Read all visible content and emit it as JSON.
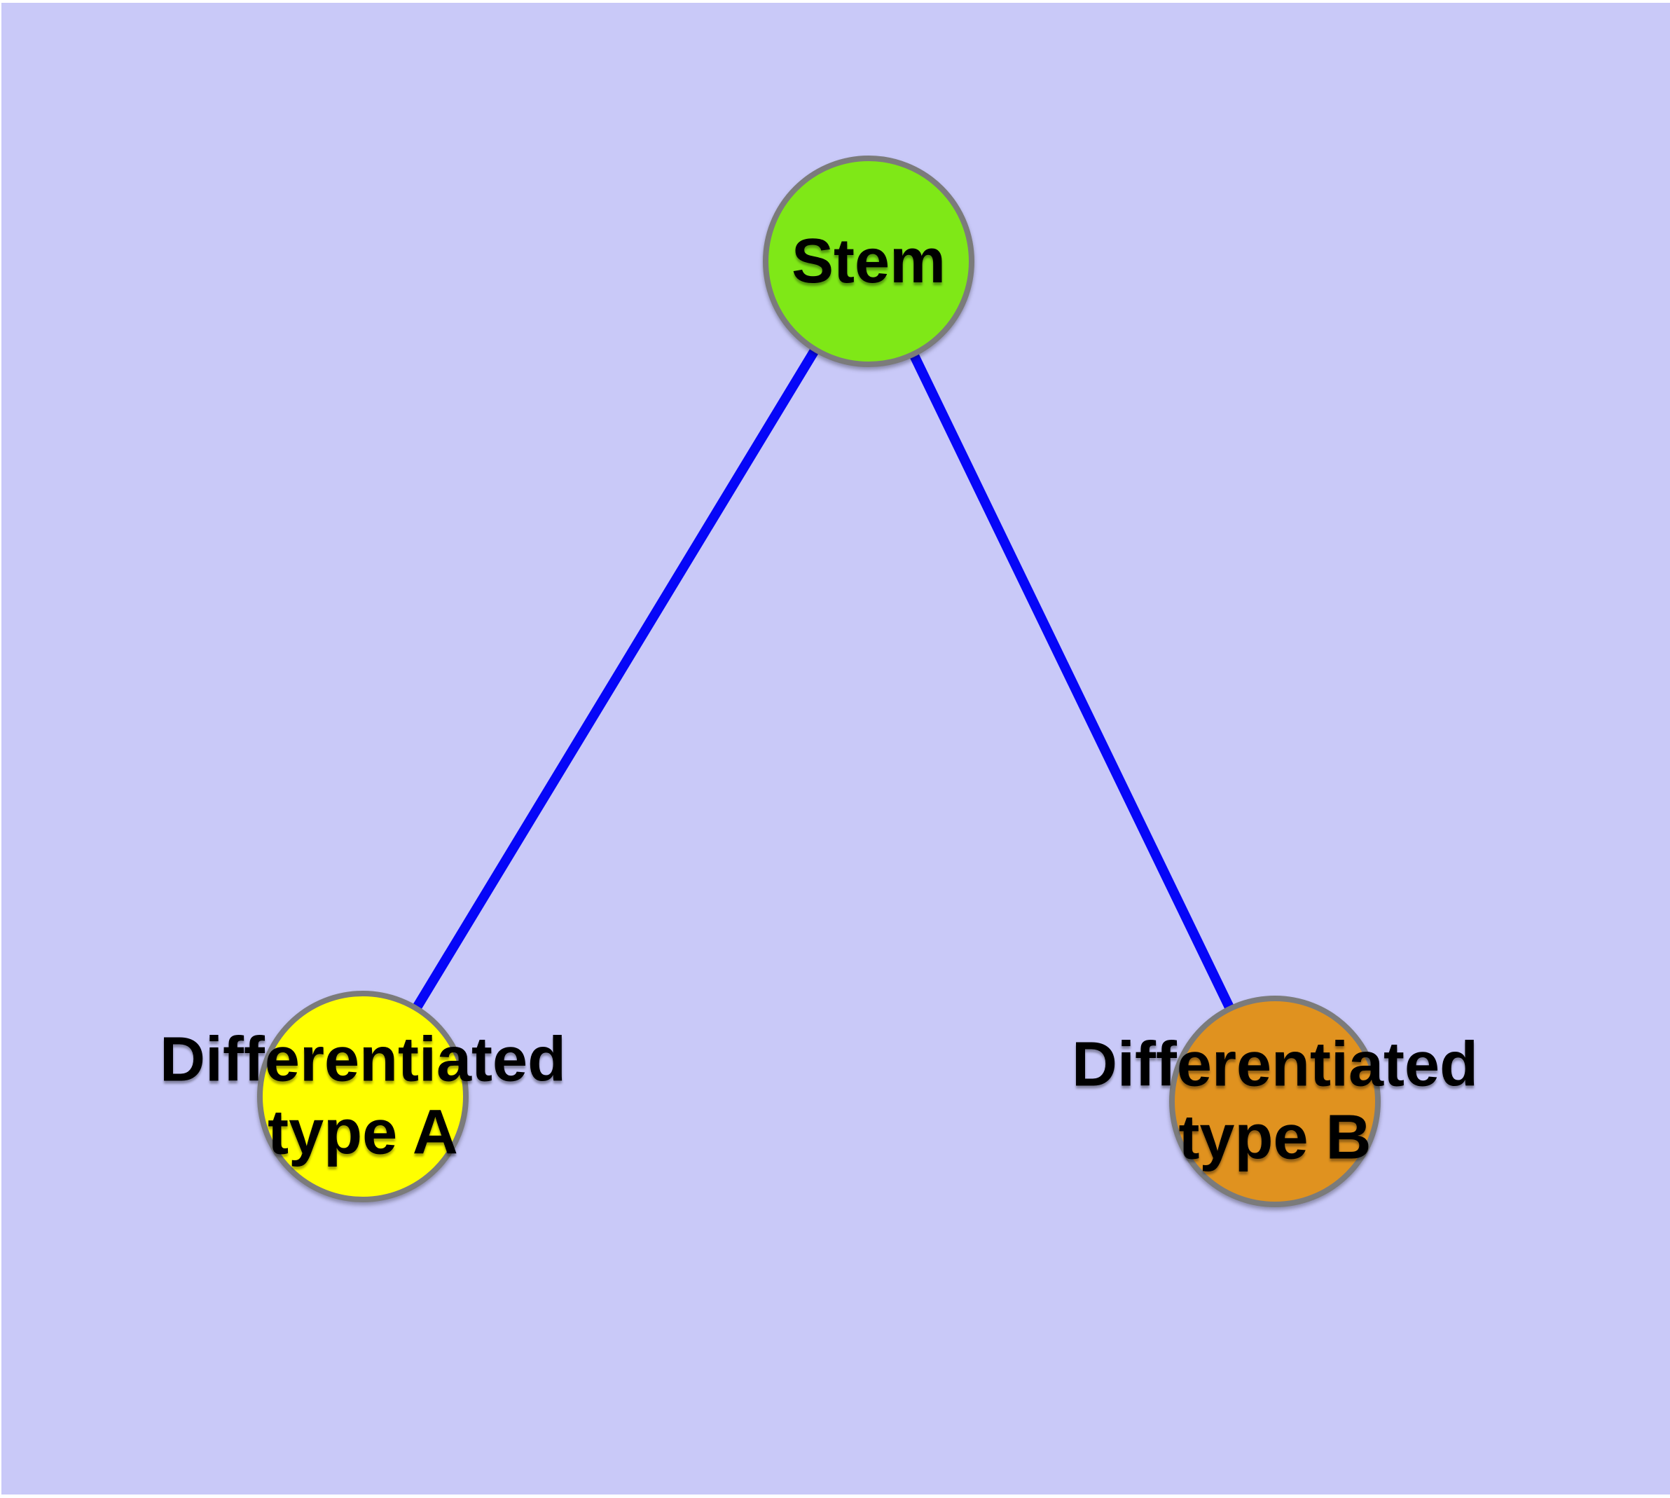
{
  "diagram": {
    "background_color": "#c9c9f8",
    "page_margin_color": "#ffffff",
    "edge_color": "#0606f8",
    "node_border_color": "#7b7b7b",
    "label_color": "#000000",
    "nodes": {
      "stem": {
        "label": "Stem",
        "fill": "#7fe817"
      },
      "type_a": {
        "label_line1": "Differentiated",
        "label_line2": "type A",
        "fill": "#ffff00"
      },
      "type_b": {
        "label_line1": "Differentiated",
        "label_line2": "type B",
        "fill": "#e0921f"
      }
    },
    "edges": [
      {
        "from": "stem",
        "to": "type_a"
      },
      {
        "from": "stem",
        "to": "type_b"
      }
    ]
  }
}
